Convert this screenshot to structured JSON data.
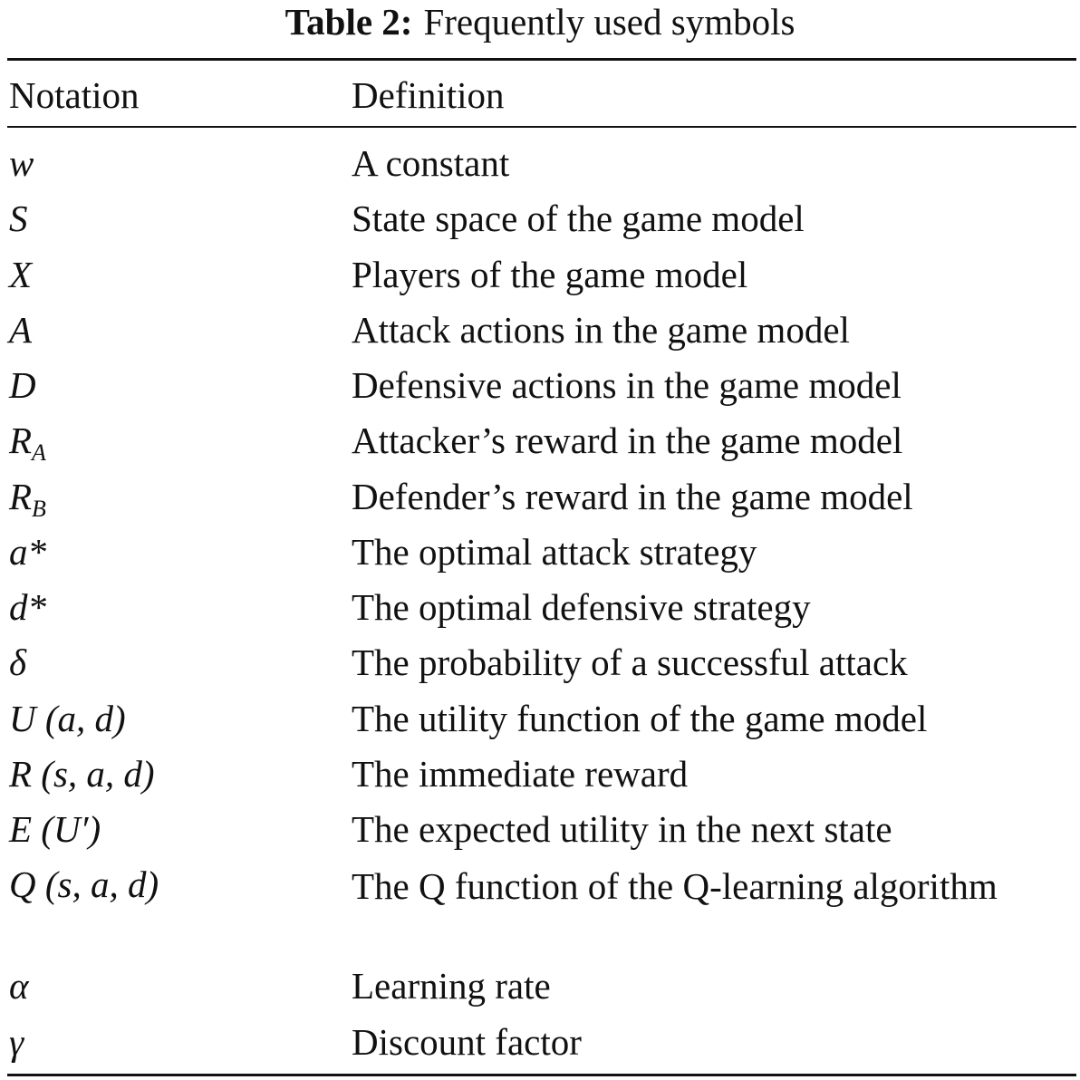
{
  "caption": {
    "label": "Table 2:",
    "text": "Frequently used symbols"
  },
  "header": {
    "notation": "Notation",
    "definition": "Definition"
  },
  "rows": [
    {
      "notation": "w",
      "definition": "A constant"
    },
    {
      "notation": "S",
      "definition": "State space of the game model"
    },
    {
      "notation": "X",
      "definition": "Players of the game model"
    },
    {
      "notation": "A",
      "definition": "Attack actions in the game model"
    },
    {
      "notation": "D",
      "definition": "Defensive actions in the game model"
    },
    {
      "notation": "R_A",
      "definition": "Attacker’s reward in the game model"
    },
    {
      "notation": "R_B",
      "definition": "Defender’s reward in the game model"
    },
    {
      "notation": "a*",
      "definition": "The optimal attack strategy"
    },
    {
      "notation": "d*",
      "definition": "The optimal defensive strategy"
    },
    {
      "notation": "δ",
      "definition": "The probability of a successful attack"
    },
    {
      "notation": "U (a, d)",
      "definition": "The utility function of the game model"
    },
    {
      "notation": "R (s, a, d)",
      "definition": "The immediate reward"
    },
    {
      "notation": "E (U′)",
      "definition": "The expected utility in the next state"
    },
    {
      "notation": "Q (s, a, d)",
      "definition": "The Q function of the Q-learning algorithm"
    },
    {
      "notation": "α",
      "definition": "Learning rate"
    },
    {
      "notation": "γ",
      "definition": "Discount factor"
    }
  ]
}
